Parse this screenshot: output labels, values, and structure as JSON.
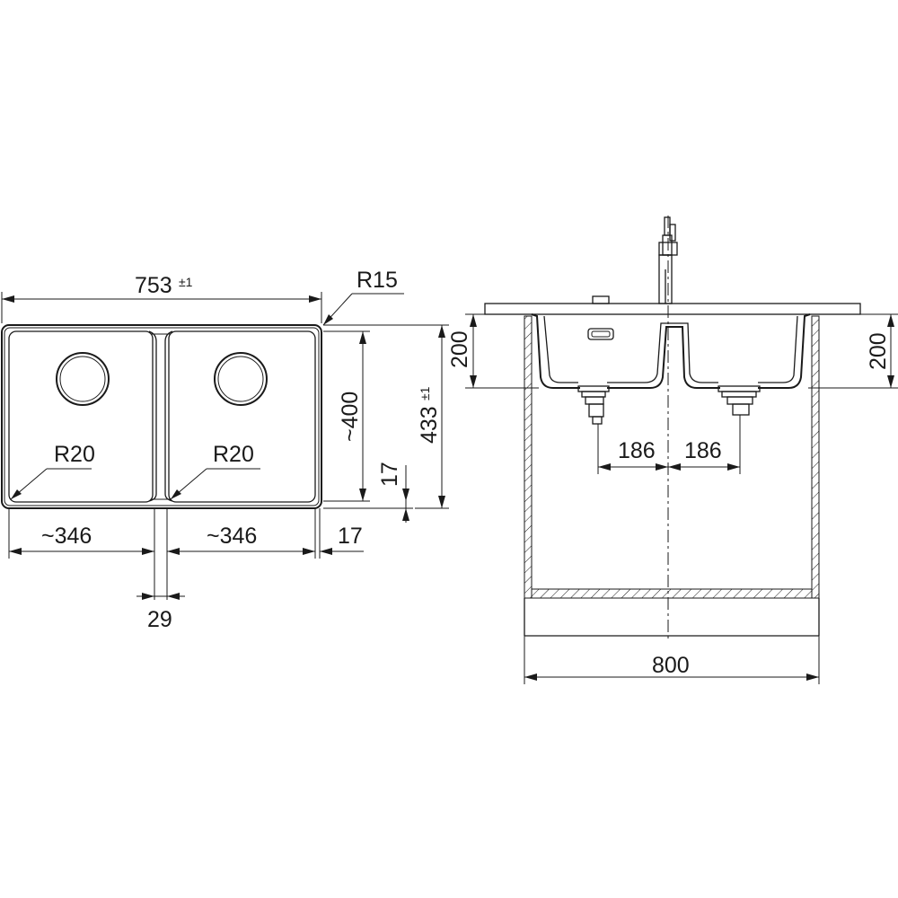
{
  "top_view": {
    "overall_width": {
      "value": "753",
      "tolerance": "±1"
    },
    "corner_radius_outer": "R15",
    "corner_radius_bowl_left": "R20",
    "corner_radius_bowl_right": "R20",
    "bowl_width_left": "~346",
    "bowl_width_right": "~346",
    "divider_width": "29",
    "rim_right": "17",
    "rim_bottom": "17",
    "bowl_depth": "~400",
    "overall_depth": {
      "value": "433",
      "tolerance": "±1"
    }
  },
  "side_view": {
    "bowl_height_left": "200",
    "bowl_height_right": "200",
    "drain_offset_left": "186",
    "drain_offset_right": "186",
    "cabinet_width": "800"
  }
}
